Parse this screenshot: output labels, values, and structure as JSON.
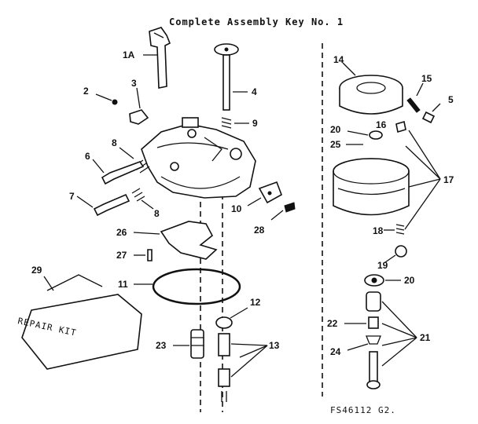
{
  "title": "Complete Assembly Key No. 1",
  "drawing_code": "FS46112 G2.",
  "package_text": "REPAIR KIT",
  "labels": {
    "l1a": "1A",
    "l2": "2",
    "l3": "3",
    "l4": "4",
    "l5": "5",
    "l6": "6",
    "l7": "7",
    "l8a": "8",
    "l8b": "8",
    "l9": "9",
    "l10": "10",
    "l11": "11",
    "l12": "12",
    "l13": "13",
    "l14": "14",
    "l15": "15",
    "l16": "16",
    "l17": "17",
    "l18": "18",
    "l19": "19",
    "l20a": "20",
    "l20b": "20",
    "l21": "21",
    "l22": "22",
    "l23": "23",
    "l24": "24",
    "l25": "25",
    "l26": "26",
    "l27": "27",
    "l28": "28",
    "l29": "29"
  }
}
